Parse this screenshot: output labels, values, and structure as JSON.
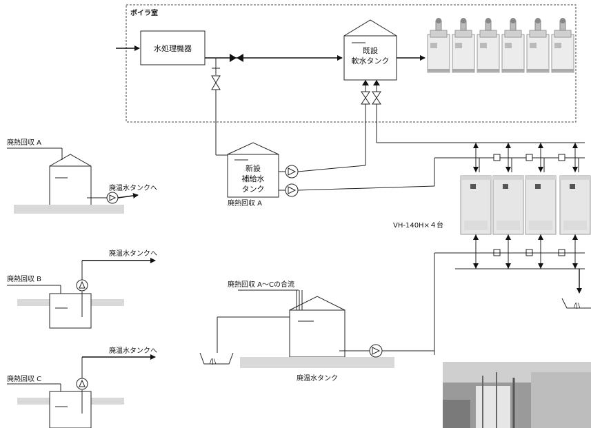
{
  "boiler_room": {
    "label": "ボイラ室"
  },
  "water_treatment": {
    "label": "水処理機器"
  },
  "soft_water_tank": {
    "line1": "既設",
    "line2": "軟水タンク"
  },
  "makeup_tank": {
    "line1": "新設",
    "line2": "補給水",
    "line3": "タンク",
    "caption": "廃熱回収 A"
  },
  "heat_recovery_a": {
    "label": "廃熱回収 A",
    "to_label": "廃温水タンクへ"
  },
  "heat_recovery_b": {
    "label": "廃熱回収 B",
    "to_label": "廃温水タンクへ"
  },
  "heat_recovery_c": {
    "label": "廃熱回収 C",
    "to_label": "廃温水タンクへ"
  },
  "waste_tank": {
    "inflow_label": "廃熱回収 A～Cの合流",
    "caption": "廃温水タンク"
  },
  "heater_units": {
    "label": "VH-140H×４台",
    "count": 4
  },
  "boilers": {
    "count": 6
  },
  "colors": {
    "line": "#222222",
    "ground": "#d9d9d9",
    "unit_body": "#e6e6e6"
  }
}
